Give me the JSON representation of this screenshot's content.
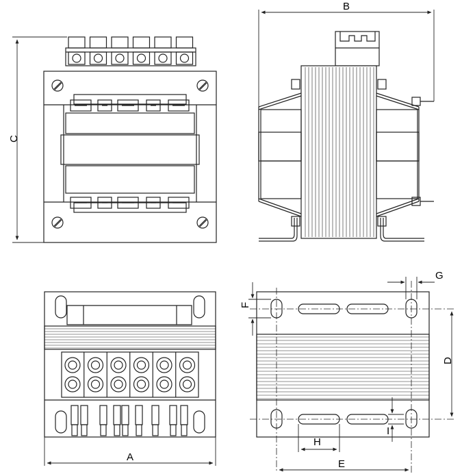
{
  "dimensions": {
    "A": "A",
    "B": "B",
    "C": "C",
    "D": "D",
    "E": "E",
    "F": "F",
    "G": "G",
    "H": "H",
    "I": "I"
  },
  "colors": {
    "line": "#222222",
    "fill": "#ffffff",
    "shade": "#f4f4f4"
  }
}
